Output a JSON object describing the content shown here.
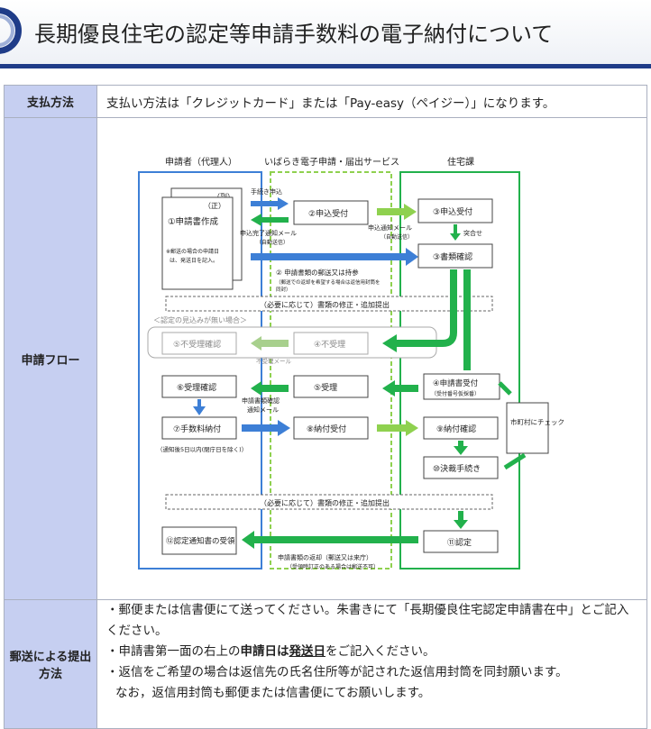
{
  "page": {
    "title": "長期優良住宅の認定等申請手数料の電子納付について"
  },
  "payment": {
    "label": "支払方法",
    "text": "支払い方法は「クレジットカード」または「Pay-easy（ペイジー）」になります。"
  },
  "flow": {
    "label": "申請フロー",
    "columns": {
      "applicant": "申請者（代理人）",
      "service": "いばらき電子申請・届出サービス",
      "housing": "住宅課"
    },
    "copy_sub": "（副）",
    "copy_main": "（正）",
    "doc_title": "①申請書作成",
    "doc_note1": "※郵送の場合の申請日",
    "doc_note2": "は、発送日を記入。",
    "procedure_apply": "手続き申込",
    "completion_mail": "申込完了通知メール",
    "auto_send1": "（自動送信）",
    "apply_receive": "②申込受付",
    "apply_notice_mail": "申込通知メール",
    "auto_send2": "（自動送信）",
    "housing_receive": "③申込受付",
    "matching": "突合せ",
    "mail_docs": "② 申請書類の郵送又は持参",
    "mail_docs_note1": "（郵送での返却を希望する場合は返信用封筒を",
    "mail_docs_note2": "同封）",
    "doc_check": "③書類確認",
    "fix_submit": "（必要に応じて）書類の修正・追加提出",
    "no_prospect": "＜認定の見込みが無い場合＞",
    "reject_confirm": "⑤不受理確認",
    "reject_mail": "不受理メール",
    "reject": "④不受理",
    "accept_confirm": "⑥受理確認",
    "accept_mail1": "申請書類確認",
    "accept_mail2": "通知メール",
    "accept": "⑤受理",
    "doc_receive": "④申請書受付",
    "doc_receive_note": "（受付番号仮採番）",
    "city_check": "市町村にチェック",
    "fee_pay": "⑦手数料納付",
    "fee_note": "（通知後5日以内(閉庁日を除く)）",
    "pay_receive": "⑧納付受付",
    "pay_confirm": "⑨納付確認",
    "decision": "⑩決裁手続き",
    "fix_submit2": "（必要に応じて）書類の修正・追加提出",
    "cert_receive": "⑫認定通知書の受領",
    "return_docs": "申請書類の返却（郵送又は来庁）",
    "return_note": "（受領時訂正のある場合は郵送不可）",
    "certify": "⑪認定"
  },
  "mail_method": {
    "label": "郵送による提出方法",
    "line1": "・郵便または信書便にて送ってください。朱書きにて「長期優良住宅認定申請書在中」とご記入ください。",
    "line2_pre": "・申請書第一面の右上の",
    "line2_bold1": "申請日は",
    "line2_bold2": "発送日",
    "line2_post": "をご記入ください。",
    "line3": "・返信をご希望の場合は返信先の氏名住所等が記された返信用封筒を同封願います。",
    "line4": "なお，返信用封筒も郵便または信書便にてお願いします。"
  },
  "colors": {
    "accent": "#1f3c88",
    "header_cell": "#c6cff1",
    "blue_arrow": "#3d7fd6",
    "green": "#22b14c",
    "light_green": "#8fd14f",
    "grey_arrow": "#a8d08d"
  }
}
